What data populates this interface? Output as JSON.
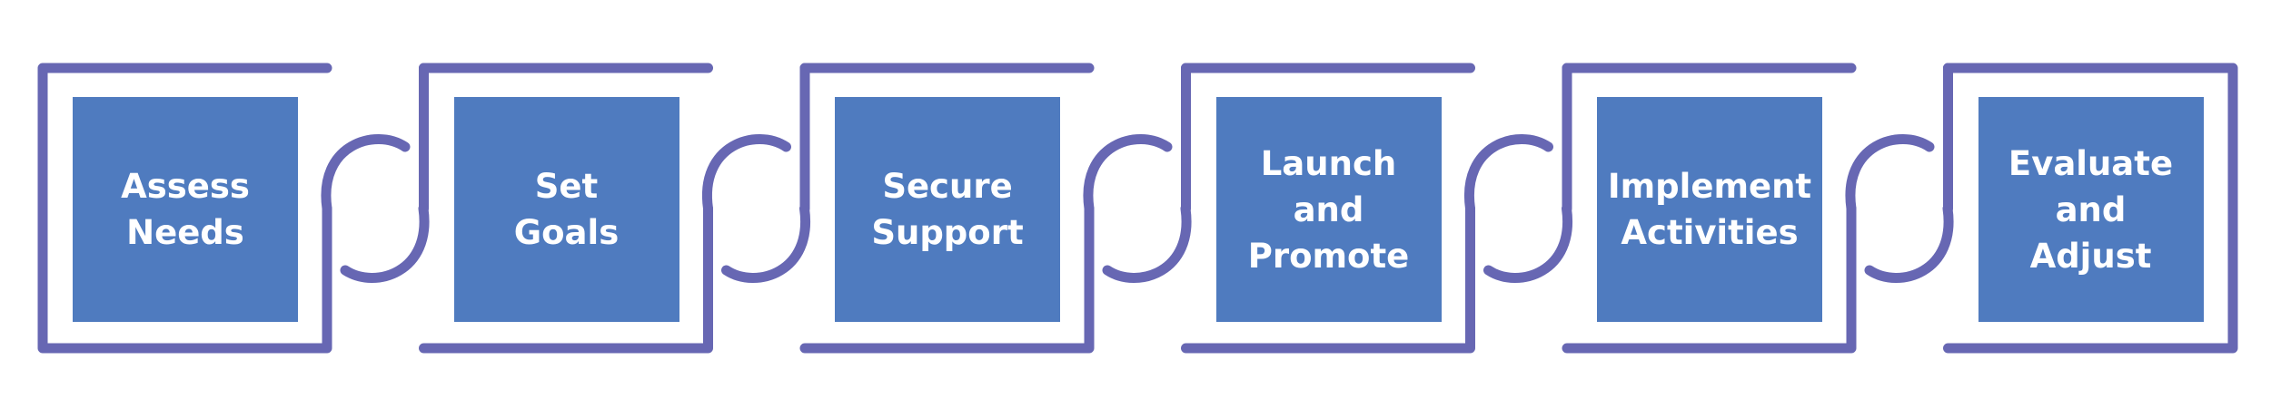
{
  "colors": {
    "box_fill": "#4f7bbf",
    "connector_stroke": "#6767b3",
    "label_text": "#ffffff",
    "background": "#ffffff"
  },
  "steps": [
    {
      "label": "Assess\nNeeds"
    },
    {
      "label": "Set\nGoals"
    },
    {
      "label": "Secure\nSupport"
    },
    {
      "label": "Launch\nand\nPromote"
    },
    {
      "label": "Implement\nActivities"
    },
    {
      "label": "Evaluate\nand\nAdjust"
    }
  ]
}
